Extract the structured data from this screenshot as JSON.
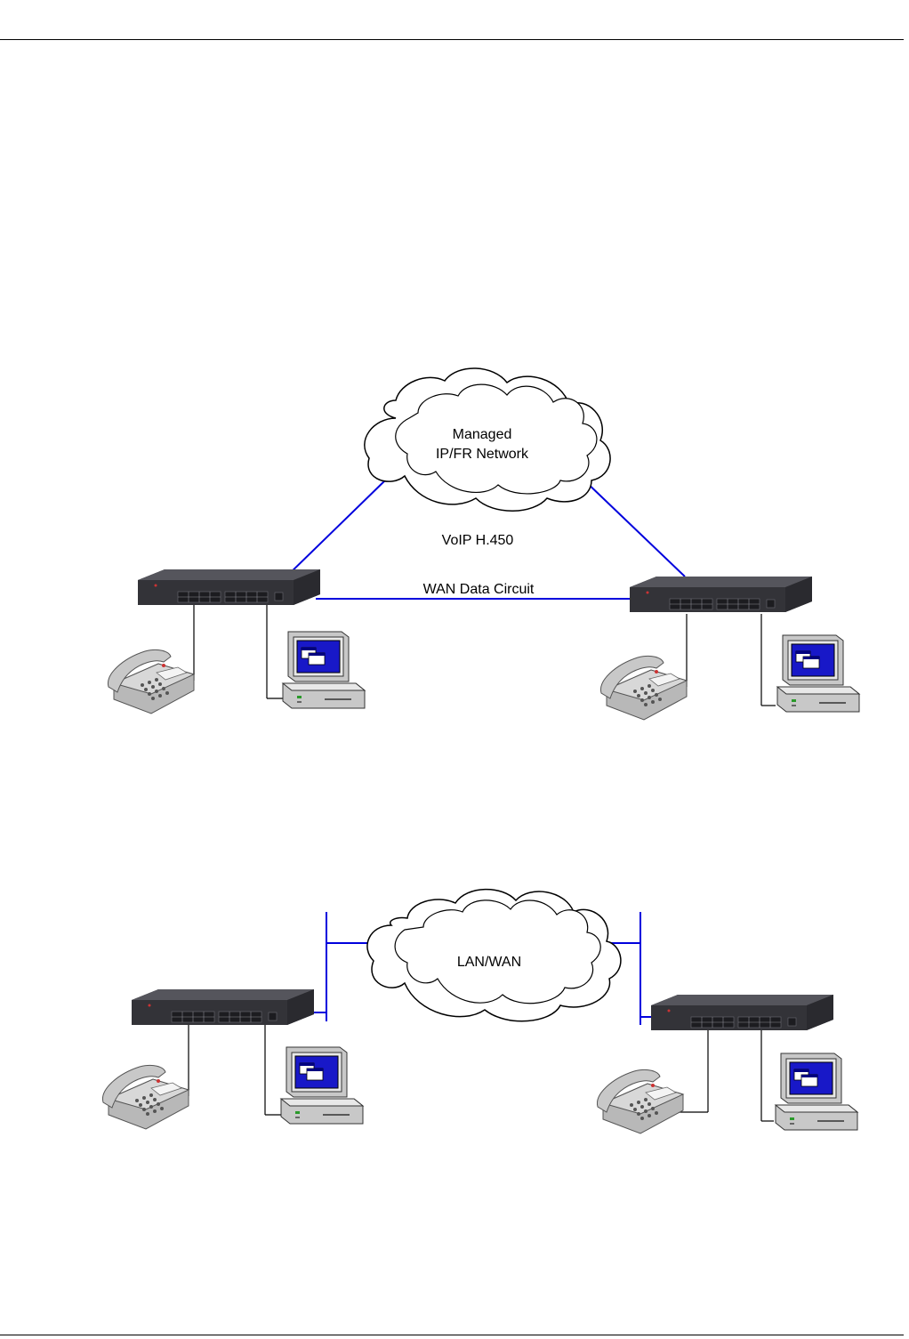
{
  "diagram1": {
    "cloud_label_line1": "Managed",
    "cloud_label_line2": "IP/FR Network",
    "voip_label": "VoIP H.450",
    "wan_label": "WAN Data Circuit"
  },
  "diagram2": {
    "cloud_label": "LAN/WAN"
  },
  "colors": {
    "link": "#0000dd",
    "device_top": "#4a4a50",
    "device_front": "#2e2e33",
    "monitor_screen": "#1818c8",
    "equipment_beige": "#e4e4e4"
  }
}
